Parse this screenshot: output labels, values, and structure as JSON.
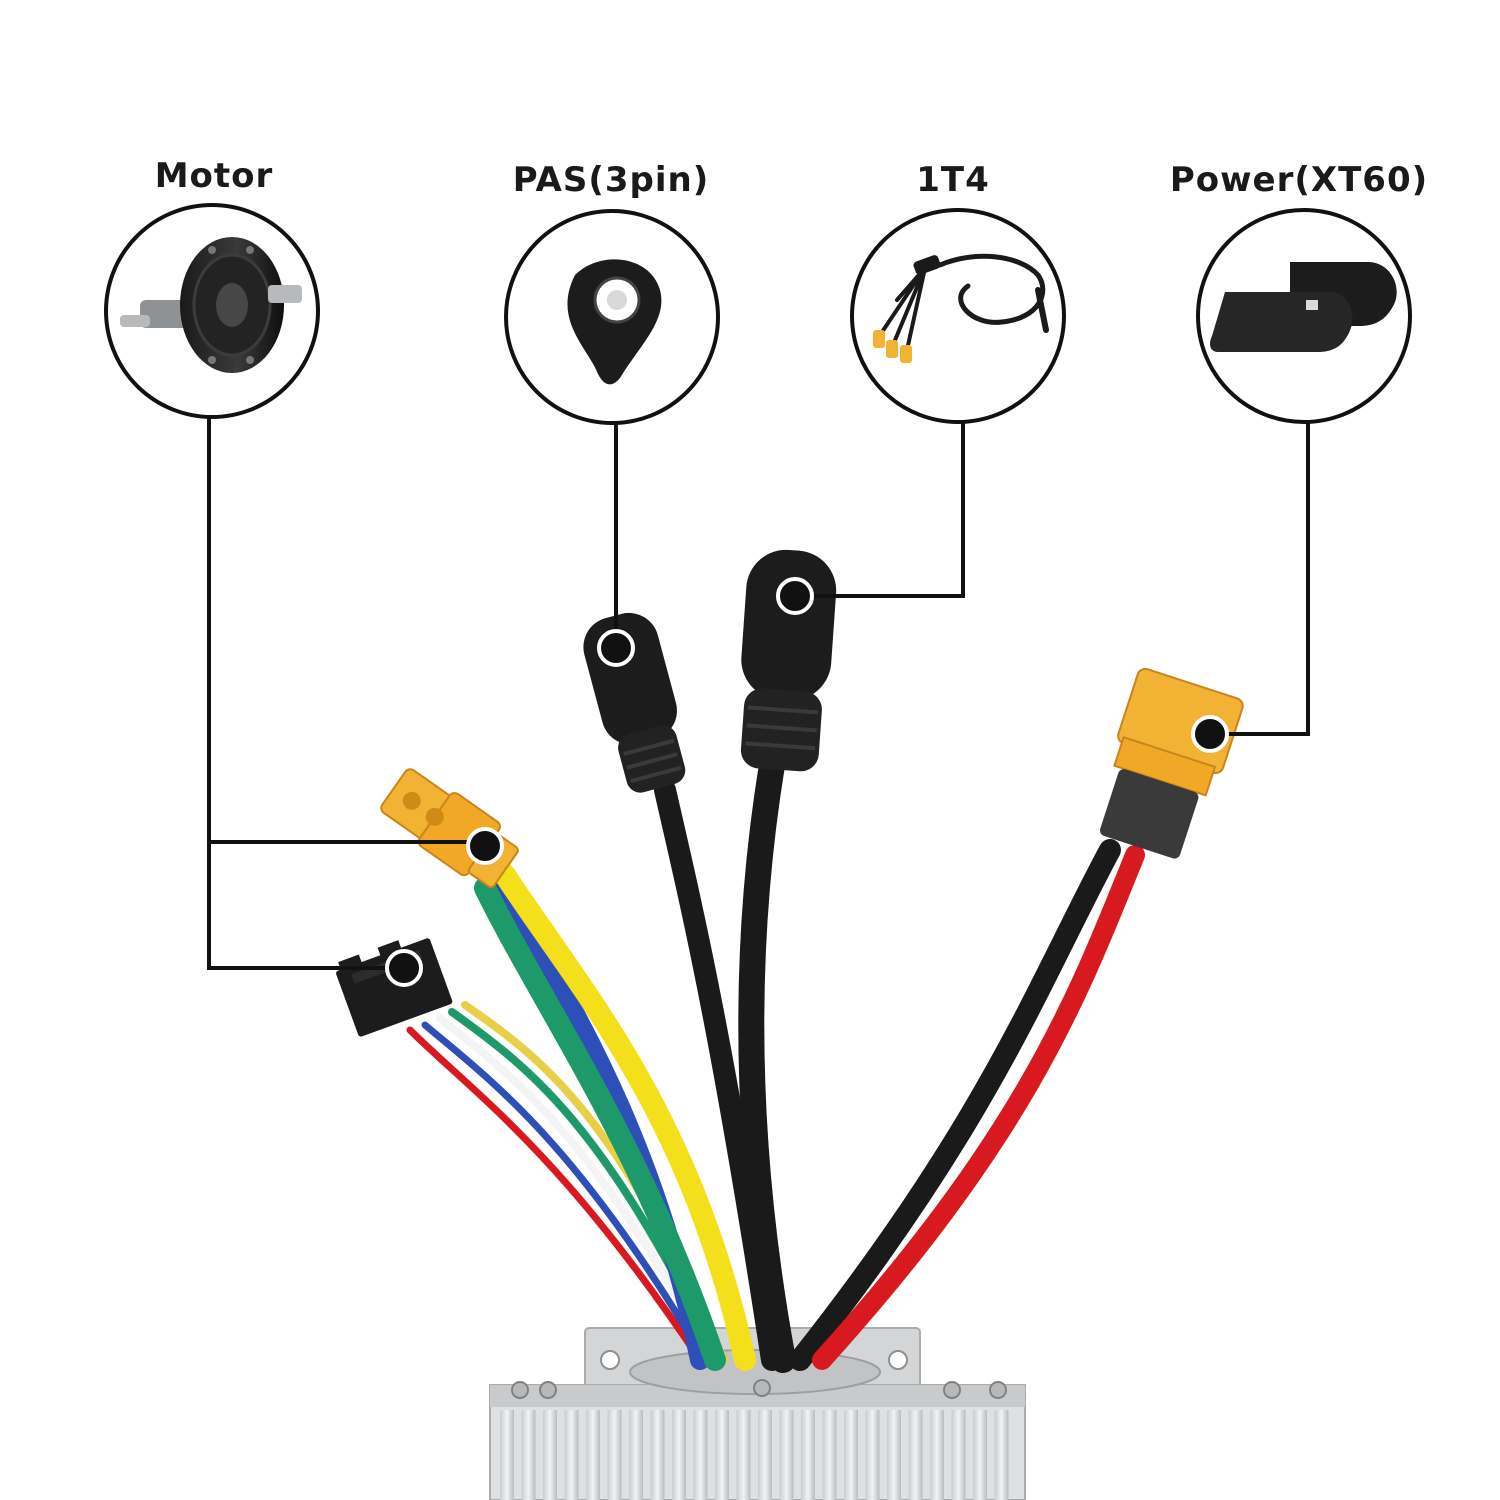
{
  "labels": {
    "motor": "Motor",
    "pas": "PAS(3pin)",
    "one_t4": "1T4",
    "power": "Power(XT60)"
  },
  "colors": {
    "line": "#111111",
    "yellow_connector": "#f2b233",
    "black_connector": "#1c1c1c",
    "wire_yellow": "#f4e01a",
    "wire_green": "#1e9a6a",
    "wire_blue": "#2f4fb8",
    "wire_red": "#d8191f",
    "wire_black": "#1a1a1a",
    "housing": "#d9dadb"
  }
}
